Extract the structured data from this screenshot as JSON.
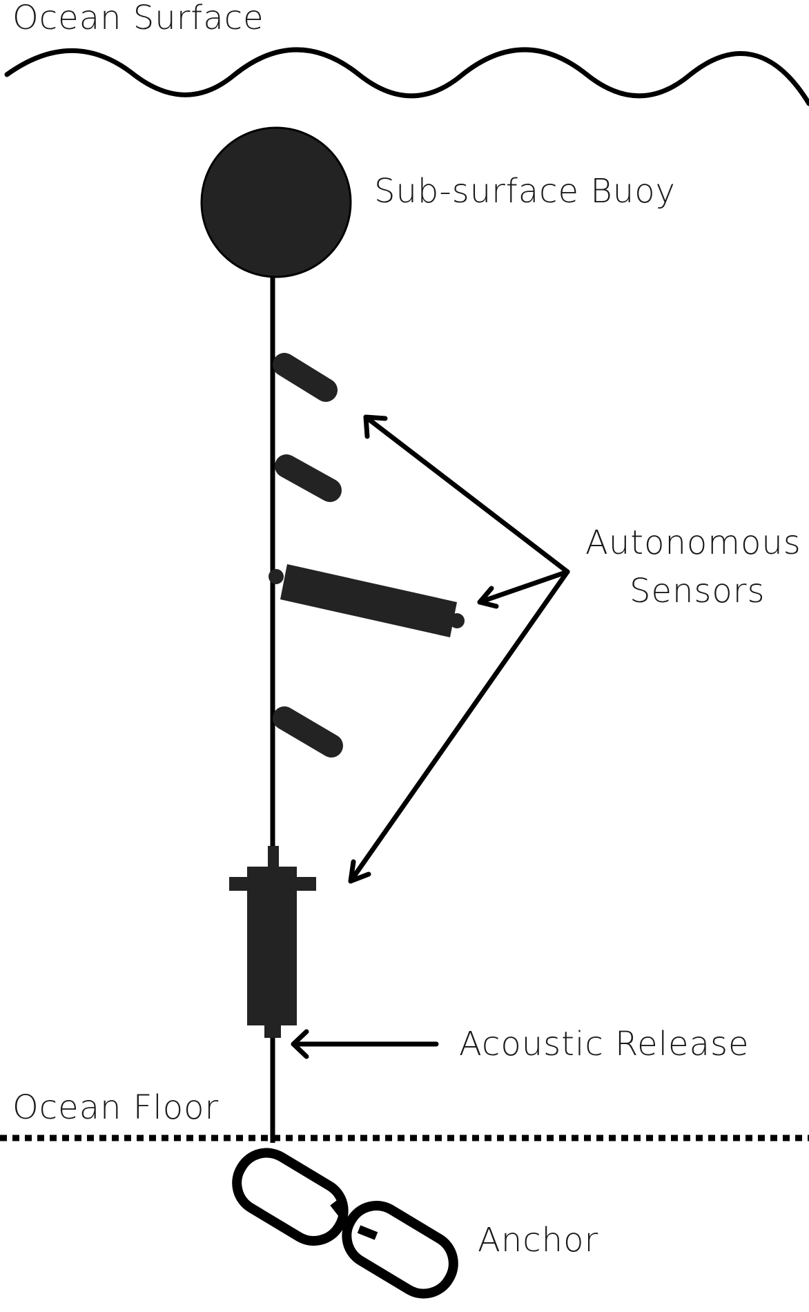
{
  "labels": {
    "ocean_surface": "Ocean Surface",
    "buoy": "Sub-surface Buoy",
    "sensors_line1": "Autonomous",
    "sensors_line2": "Sensors",
    "release": "Acoustic Release",
    "ocean_floor": "Ocean Floor",
    "anchor": "Anchor"
  },
  "colors": {
    "ink": "#000000",
    "instrument": "#232323",
    "text": "#1a1a1a",
    "background": "#ffffff"
  },
  "icons": {
    "surface": "wave-line",
    "floor": "dotted-line",
    "buoy": "filled-circle",
    "anchor": "chain-links",
    "arrows": "arrow"
  }
}
